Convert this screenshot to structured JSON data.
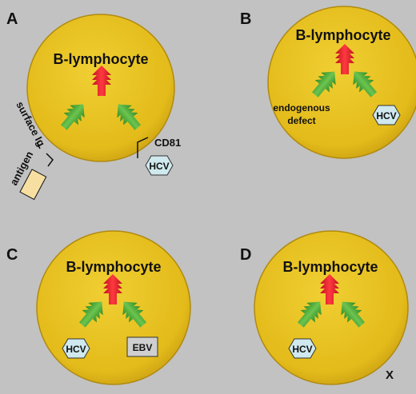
{
  "panels": [
    {
      "letter": "A",
      "title": "B-lymphocyte",
      "surface": "surface Ig",
      "antigen": "antigen",
      "cd81": "CD81",
      "virus": "HCV"
    },
    {
      "letter": "B",
      "title": "B-lymphocyte",
      "defect1": "endogenous",
      "defect2": "defect",
      "virus": "HCV"
    },
    {
      "letter": "C",
      "title": "B-lymphocyte",
      "virus": "HCV",
      "virus2": "EBV"
    },
    {
      "letter": "D",
      "title": "B-lymphocyte",
      "virus": "HCV",
      "mark": "X"
    }
  ],
  "colors": {
    "background": "#c2c2c2",
    "cell": "#e6bf1c",
    "cell_edge": "#b08a10",
    "up_arrow": "#e81c2a",
    "side_arrow": "#4ea83a",
    "virus": "#cfe9ee",
    "ebv_box": "#cfcfcf",
    "antigen": "#f6dfa0"
  }
}
